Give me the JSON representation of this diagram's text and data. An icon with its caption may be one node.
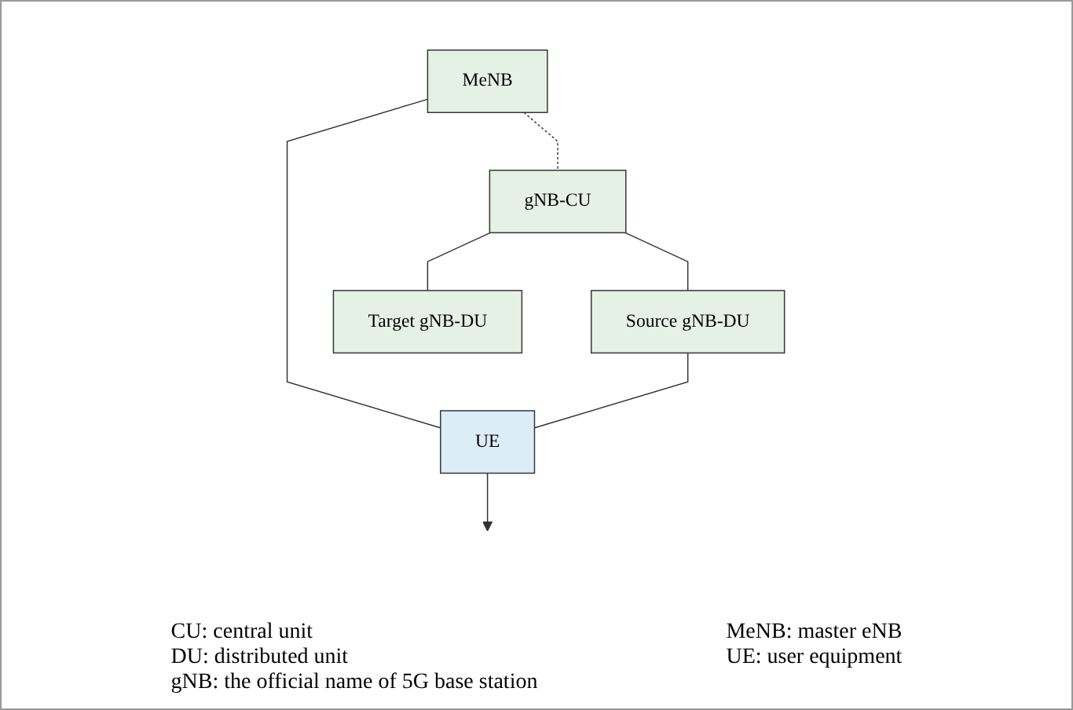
{
  "diagram": {
    "nodes": [
      {
        "text": [
          "MeNB"
        ]
      },
      {
        "text": [
          "gNB-CU"
        ]
      },
      {
        "text": [
          "Source gNB-DU"
        ]
      },
      {
        "text": [
          "Target gNB-DU"
        ]
      },
      {
        "text": [
          "UE"
        ]
      }
    ],
    "edges": [
      {
        "from": 0,
        "to": 1,
        "arrow": "none",
        "style": "dashed"
      },
      {
        "from": 1,
        "to": 2,
        "arrow": "none"
      },
      {
        "from": 1,
        "to": 3,
        "arrow": "none"
      },
      {
        "from": 0,
        "to": 4,
        "arrow": "none"
      },
      {
        "from": 2,
        "to": 4,
        "arrow": "none"
      },
      {
        "from": 4,
        "to": null,
        "arrow": "to"
      }
    ],
    "labels": [
      "CU: central unit",
      "DU: distributed unit",
      "gNB: the official name of 5G base station",
      "MeNB: master eNB",
      "UE: user equipment"
    ]
  }
}
